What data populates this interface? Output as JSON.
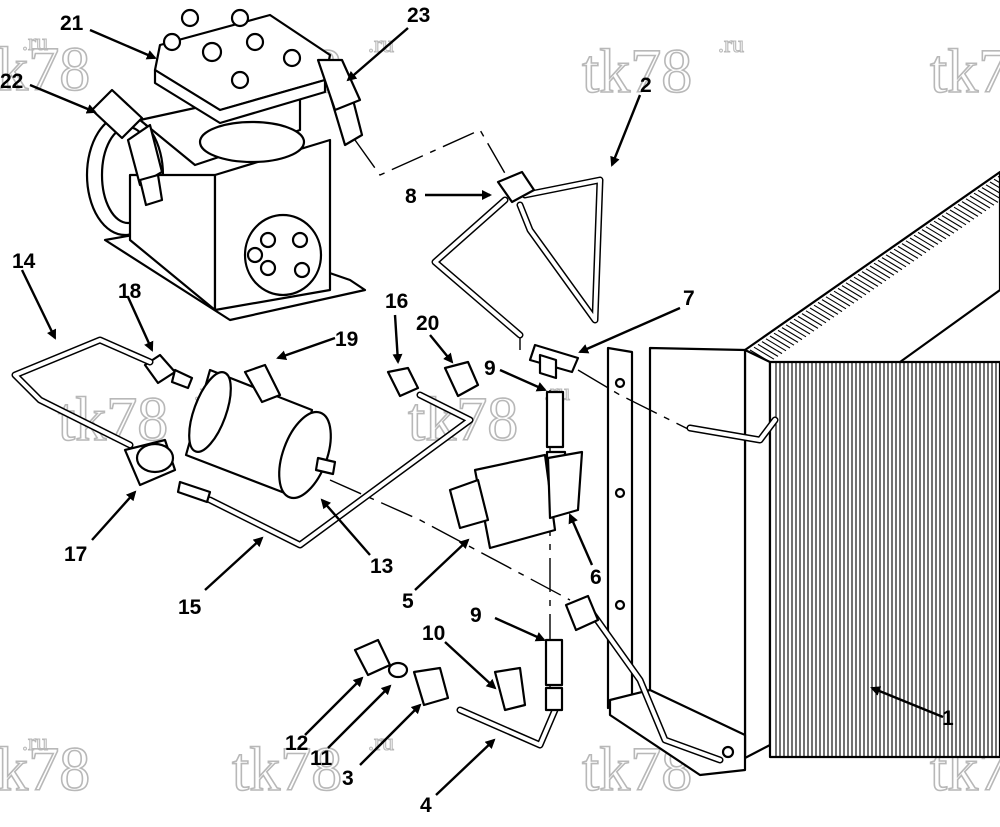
{
  "watermark": {
    "main": "tk78",
    "suffix": ".ru"
  },
  "callouts": {
    "c1": "1",
    "c2": "2",
    "c3": "3",
    "c4": "4",
    "c5": "5",
    "c6": "6",
    "c7": "7",
    "c8": "8",
    "c9a": "9",
    "c9b": "9",
    "c10": "10",
    "c11": "11",
    "c12": "12",
    "c13": "13",
    "c14": "14",
    "c15": "15",
    "c16": "16",
    "c17": "17",
    "c18": "18",
    "c19": "19",
    "c20": "20",
    "c21": "21",
    "c22": "22",
    "c23": "23"
  }
}
